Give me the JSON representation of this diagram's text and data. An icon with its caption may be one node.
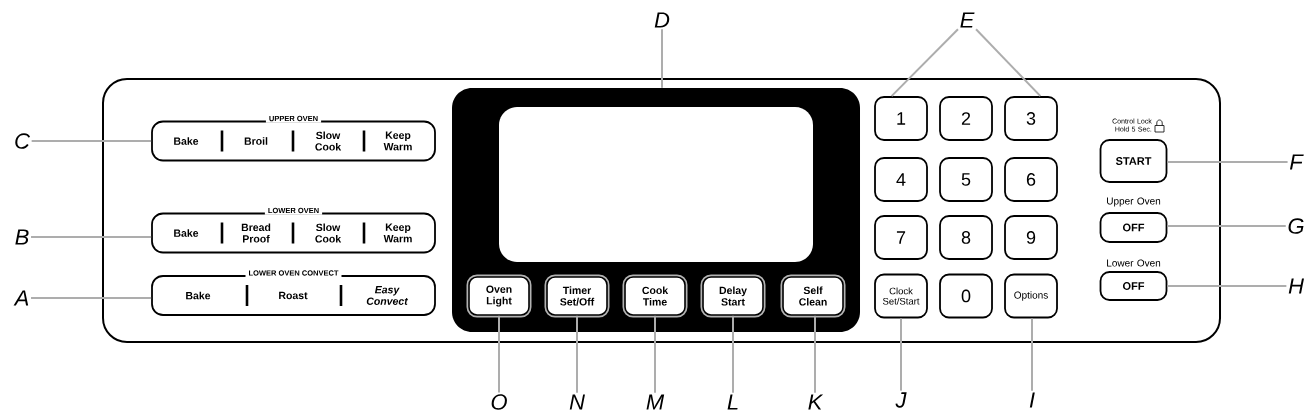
{
  "diagram": {
    "nodes": [
      {
        "text": [
          "D"
        ]
      },
      {
        "text": [
          "E"
        ]
      },
      {
        "text": [
          "C"
        ]
      },
      {
        "text": [
          "B"
        ]
      },
      {
        "text": [
          "A"
        ]
      },
      {
        "text": [
          "UPPER OVEN",
          "Bake",
          "Broil",
          "Slow Cook",
          "Keep Warm"
        ]
      },
      {
        "text": [
          "LOWER OVEN",
          "Bake",
          "Bread Proof",
          "Slow Cook",
          "Keep Warm"
        ]
      },
      {
        "text": [
          "LOWER OVEN CONVECT",
          "Bake",
          "Roast",
          "Easy Convect"
        ]
      },
      {
        "text": [],
        "shape": "box"
      },
      {
        "text": [
          "Oven Light"
        ],
        "in": 8
      },
      {
        "text": [
          "Timer Set/Off"
        ],
        "in": 8
      },
      {
        "text": [
          "Cook Time"
        ],
        "in": 8
      },
      {
        "text": [
          "Delay Start"
        ],
        "in": 8
      },
      {
        "text": [
          "Self Clean"
        ],
        "in": 8
      },
      {
        "text": [
          "1"
        ]
      },
      {
        "text": [
          "2"
        ]
      },
      {
        "text": [
          "3"
        ]
      },
      {
        "text": [
          "4"
        ]
      },
      {
        "text": [
          "5"
        ]
      },
      {
        "text": [
          "6"
        ]
      },
      {
        "text": [
          "7"
        ]
      },
      {
        "text": [
          "8"
        ]
      },
      {
        "text": [
          "9"
        ]
      },
      {
        "text": [
          "Clock Set/Start"
        ]
      },
      {
        "text": [
          "0"
        ]
      },
      {
        "text": [
          "Options"
        ]
      },
      {
        "text": [
          "Control Lock Hold 5 Sec.",
          "START"
        ]
      },
      {
        "text": [
          "Upper Oven",
          "OFF"
        ]
      },
      {
        "text": [
          "Lower Oven",
          "OFF"
        ]
      },
      {
        "text": [
          "F"
        ]
      },
      {
        "text": [
          "G"
        ]
      },
      {
        "text": [
          "H"
        ]
      },
      {
        "text": [
          "O"
        ]
      },
      {
        "text": [
          "N"
        ]
      },
      {
        "text": [
          "M"
        ]
      },
      {
        "text": [
          "L"
        ]
      },
      {
        "text": [
          "K"
        ]
      },
      {
        "text": [
          "J"
        ]
      },
      {
        "text": [
          "I"
        ]
      }
    ],
    "edges": [
      {
        "from": 0,
        "to": 8,
        "arrow": "none"
      },
      {
        "from": 1,
        "to": 14,
        "arrow": "none"
      },
      {
        "from": 1,
        "to": 16,
        "arrow": "none"
      },
      {
        "from": 2,
        "to": 5,
        "arrow": "none"
      },
      {
        "from": 3,
        "to": 6,
        "arrow": "none"
      },
      {
        "from": 4,
        "to": 7,
        "arrow": "none"
      },
      {
        "from": 29,
        "to": 26,
        "arrow": "none"
      },
      {
        "from": 30,
        "to": 27,
        "arrow": "none"
      },
      {
        "from": 31,
        "to": 28,
        "arrow": "none"
      },
      {
        "from": 32,
        "to": 9,
        "arrow": "none"
      },
      {
        "from": 33,
        "to": 10,
        "arrow": "none"
      },
      {
        "from": 34,
        "to": 11,
        "arrow": "none"
      },
      {
        "from": 35,
        "to": 12,
        "arrow": "none"
      },
      {
        "from": 36,
        "to": 13,
        "arrow": "none"
      },
      {
        "from": 37,
        "to": 23,
        "arrow": "none"
      },
      {
        "from": 38,
        "to": 25,
        "arrow": "none"
      }
    ]
  }
}
